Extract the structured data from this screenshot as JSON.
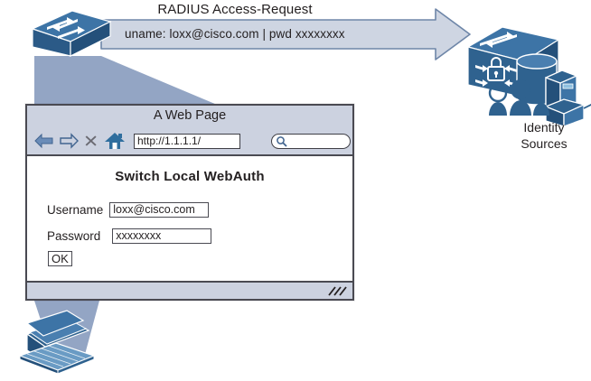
{
  "diagram": {
    "title_label": "RADIUS Access-Request",
    "arrow_message": "uname: loxx@cisco.com | pwd xxxxxxxx",
    "identity_label_line1": "Identity",
    "identity_label_line2": "Sources",
    "colors": {
      "device_blue": "#30679a",
      "device_blue_dark": "#2a567f",
      "device_blue_light": "#4a7fb0",
      "callout_slate": "#93a5c4",
      "banner_fill": "#ced5e2",
      "banner_stroke": "#6e86a8",
      "chrome_grey": "#ccd2e0",
      "outline_dark": "#4a4a52",
      "text_dark": "#231f20"
    },
    "nodes": {
      "switch_icon": "network-switch-icon",
      "identity_switch_icon": "secure-switch-lock-icon",
      "database_icon": "database-cylinder-icon",
      "server_icon": "server-tower-icon",
      "appliance_icon": "network-appliance-icon",
      "users_icon": "user-group-icon",
      "laptop_icon": "laptop-icon"
    }
  },
  "browser": {
    "window_title": "A Web Page",
    "url_value": "http://1.1.1.1/",
    "search_value": "",
    "nav": {
      "back": "back-arrow",
      "forward": "forward-arrow",
      "stop": "stop-close",
      "home": "home"
    },
    "page": {
      "heading": "Switch Local WebAuth",
      "username_label": "Username",
      "username_value": "loxx@cisco.com",
      "password_label": "Password",
      "password_value": "xxxxxxxx",
      "submit_label": "OK"
    },
    "status": {
      "resize_grip": "resize-grip"
    }
  }
}
